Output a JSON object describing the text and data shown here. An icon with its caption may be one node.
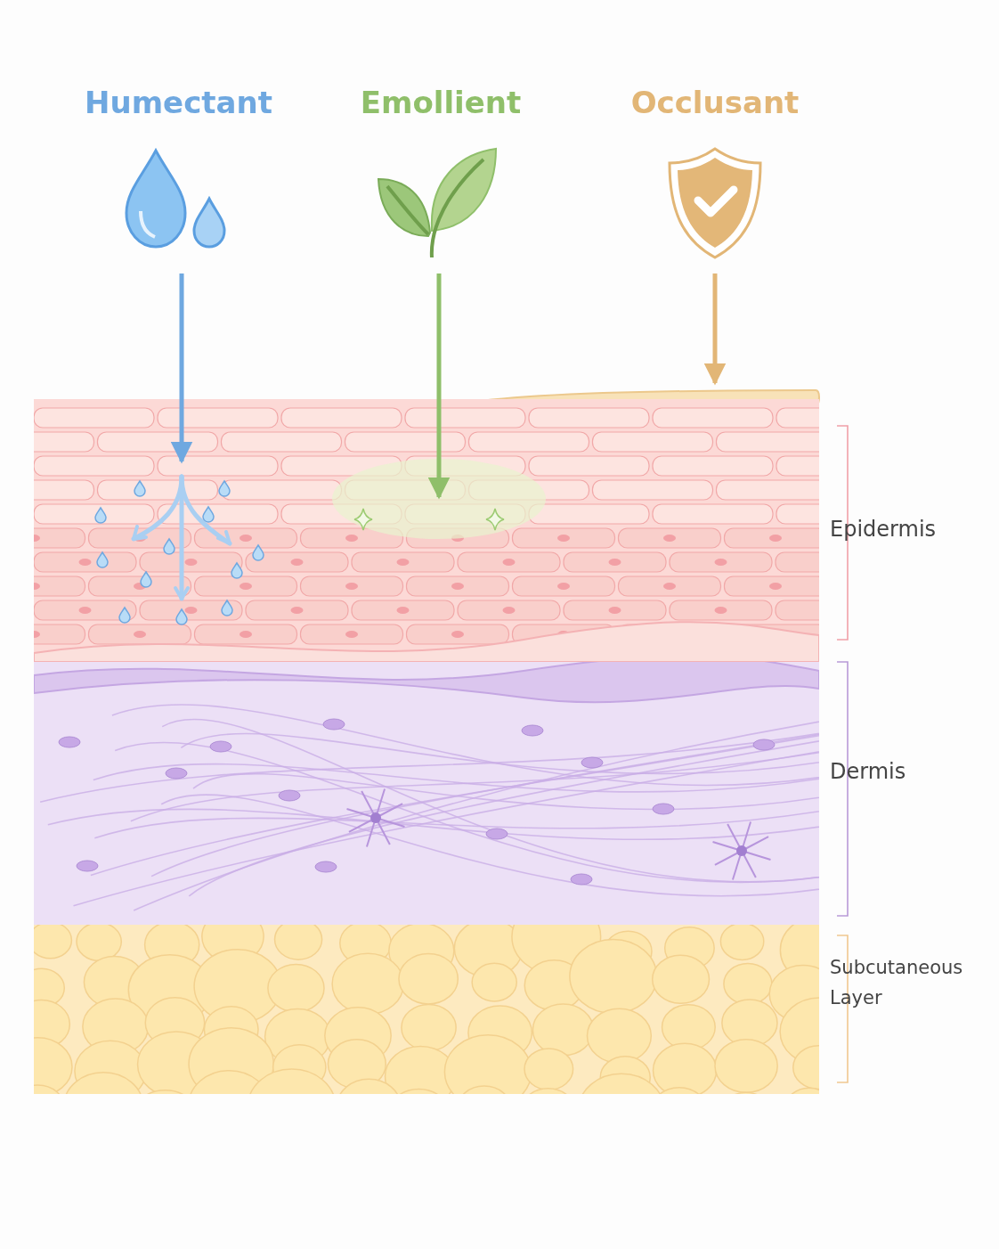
{
  "diagram": {
    "nodes": [
      {
        "text": [
          "Humectant"
        ]
      },
      {
        "text": [
          "Emollient"
        ]
      },
      {
        "text": [
          "Occlusant"
        ]
      },
      {
        "text": [],
        "shape": "bar"
      },
      {
        "text": [
          "Epidermis"
        ]
      },
      {
        "text": [
          "Dermis"
        ]
      },
      {
        "text": [
          "Subcutaneous Layer"
        ]
      }
    ],
    "edges": [
      {
        "from": 0,
        "to": 4,
        "arrow": "to",
        "color": "#6fa8e0"
      },
      {
        "from": 1,
        "to": 4,
        "arrow": "to",
        "color": "#8fbf6a"
      },
      {
        "from": 2,
        "to": 3,
        "arrow": "to",
        "color": "#e2b676"
      }
    ]
  }
}
